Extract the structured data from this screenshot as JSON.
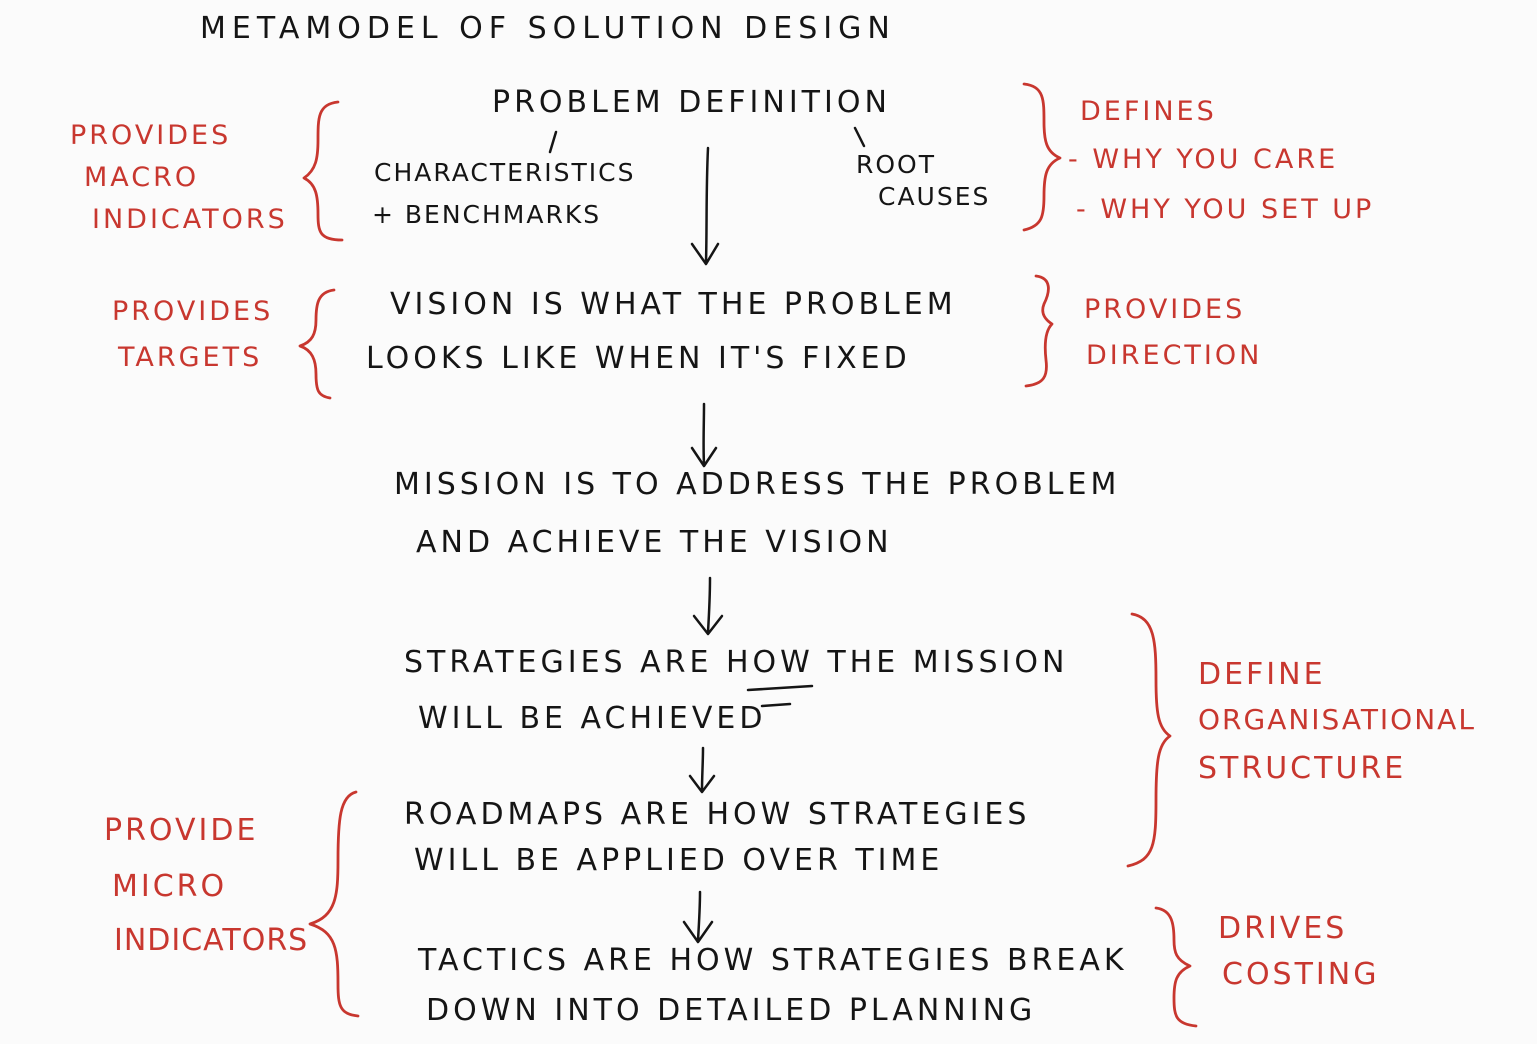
{
  "title": "METAMODEL OF SOLUTION DESIGN",
  "problem": {
    "heading": "PROBLEM DEFINITION",
    "left_detail_line1": "CHARACTERISTICS",
    "left_detail_line2": "+ BENCHMARKS",
    "right_detail_line1": "ROOT",
    "right_detail_line2": "CAUSES"
  },
  "vision": {
    "line1": "VISION IS WHAT THE PROBLEM",
    "line2": "LOOKS LIKE WHEN IT'S FIXED"
  },
  "mission": {
    "line1": "MISSION IS TO ADDRESS THE PROBLEM",
    "line2": "AND ACHIEVE THE VISION"
  },
  "strategies": {
    "line1": "STRATEGIES ARE HOW THE MISSION",
    "line2": "WILL BE ACHIEVED"
  },
  "roadmaps": {
    "line1": "ROADMAPS ARE HOW STRATEGIES",
    "line2": "WILL BE APPLIED OVER TIME"
  },
  "tactics": {
    "line1": "TACTICS ARE HOW STRATEGIES BREAK",
    "line2": "DOWN INTO DETAILED PLANNING"
  },
  "annotations": {
    "macro_indicators": [
      "PROVIDES",
      "MACRO",
      "INDICATORS"
    ],
    "defines": [
      "DEFINES",
      "- WHY YOU CARE",
      "- WHY YOU SET UP"
    ],
    "targets": [
      "PROVIDES",
      "TARGETS"
    ],
    "direction": [
      "PROVIDES",
      "DIRECTION"
    ],
    "org_structure": [
      "DEFINE",
      "ORGANISATIONAL",
      "STRUCTURE"
    ],
    "micro_indicators": [
      "PROVIDE",
      "MICRO",
      "INDICATORS"
    ],
    "costing": [
      "DRIVES",
      "COSTING"
    ]
  },
  "colors": {
    "ink": "#151515",
    "annotation_red": "#c8372f",
    "background": "#fbfbfb"
  }
}
